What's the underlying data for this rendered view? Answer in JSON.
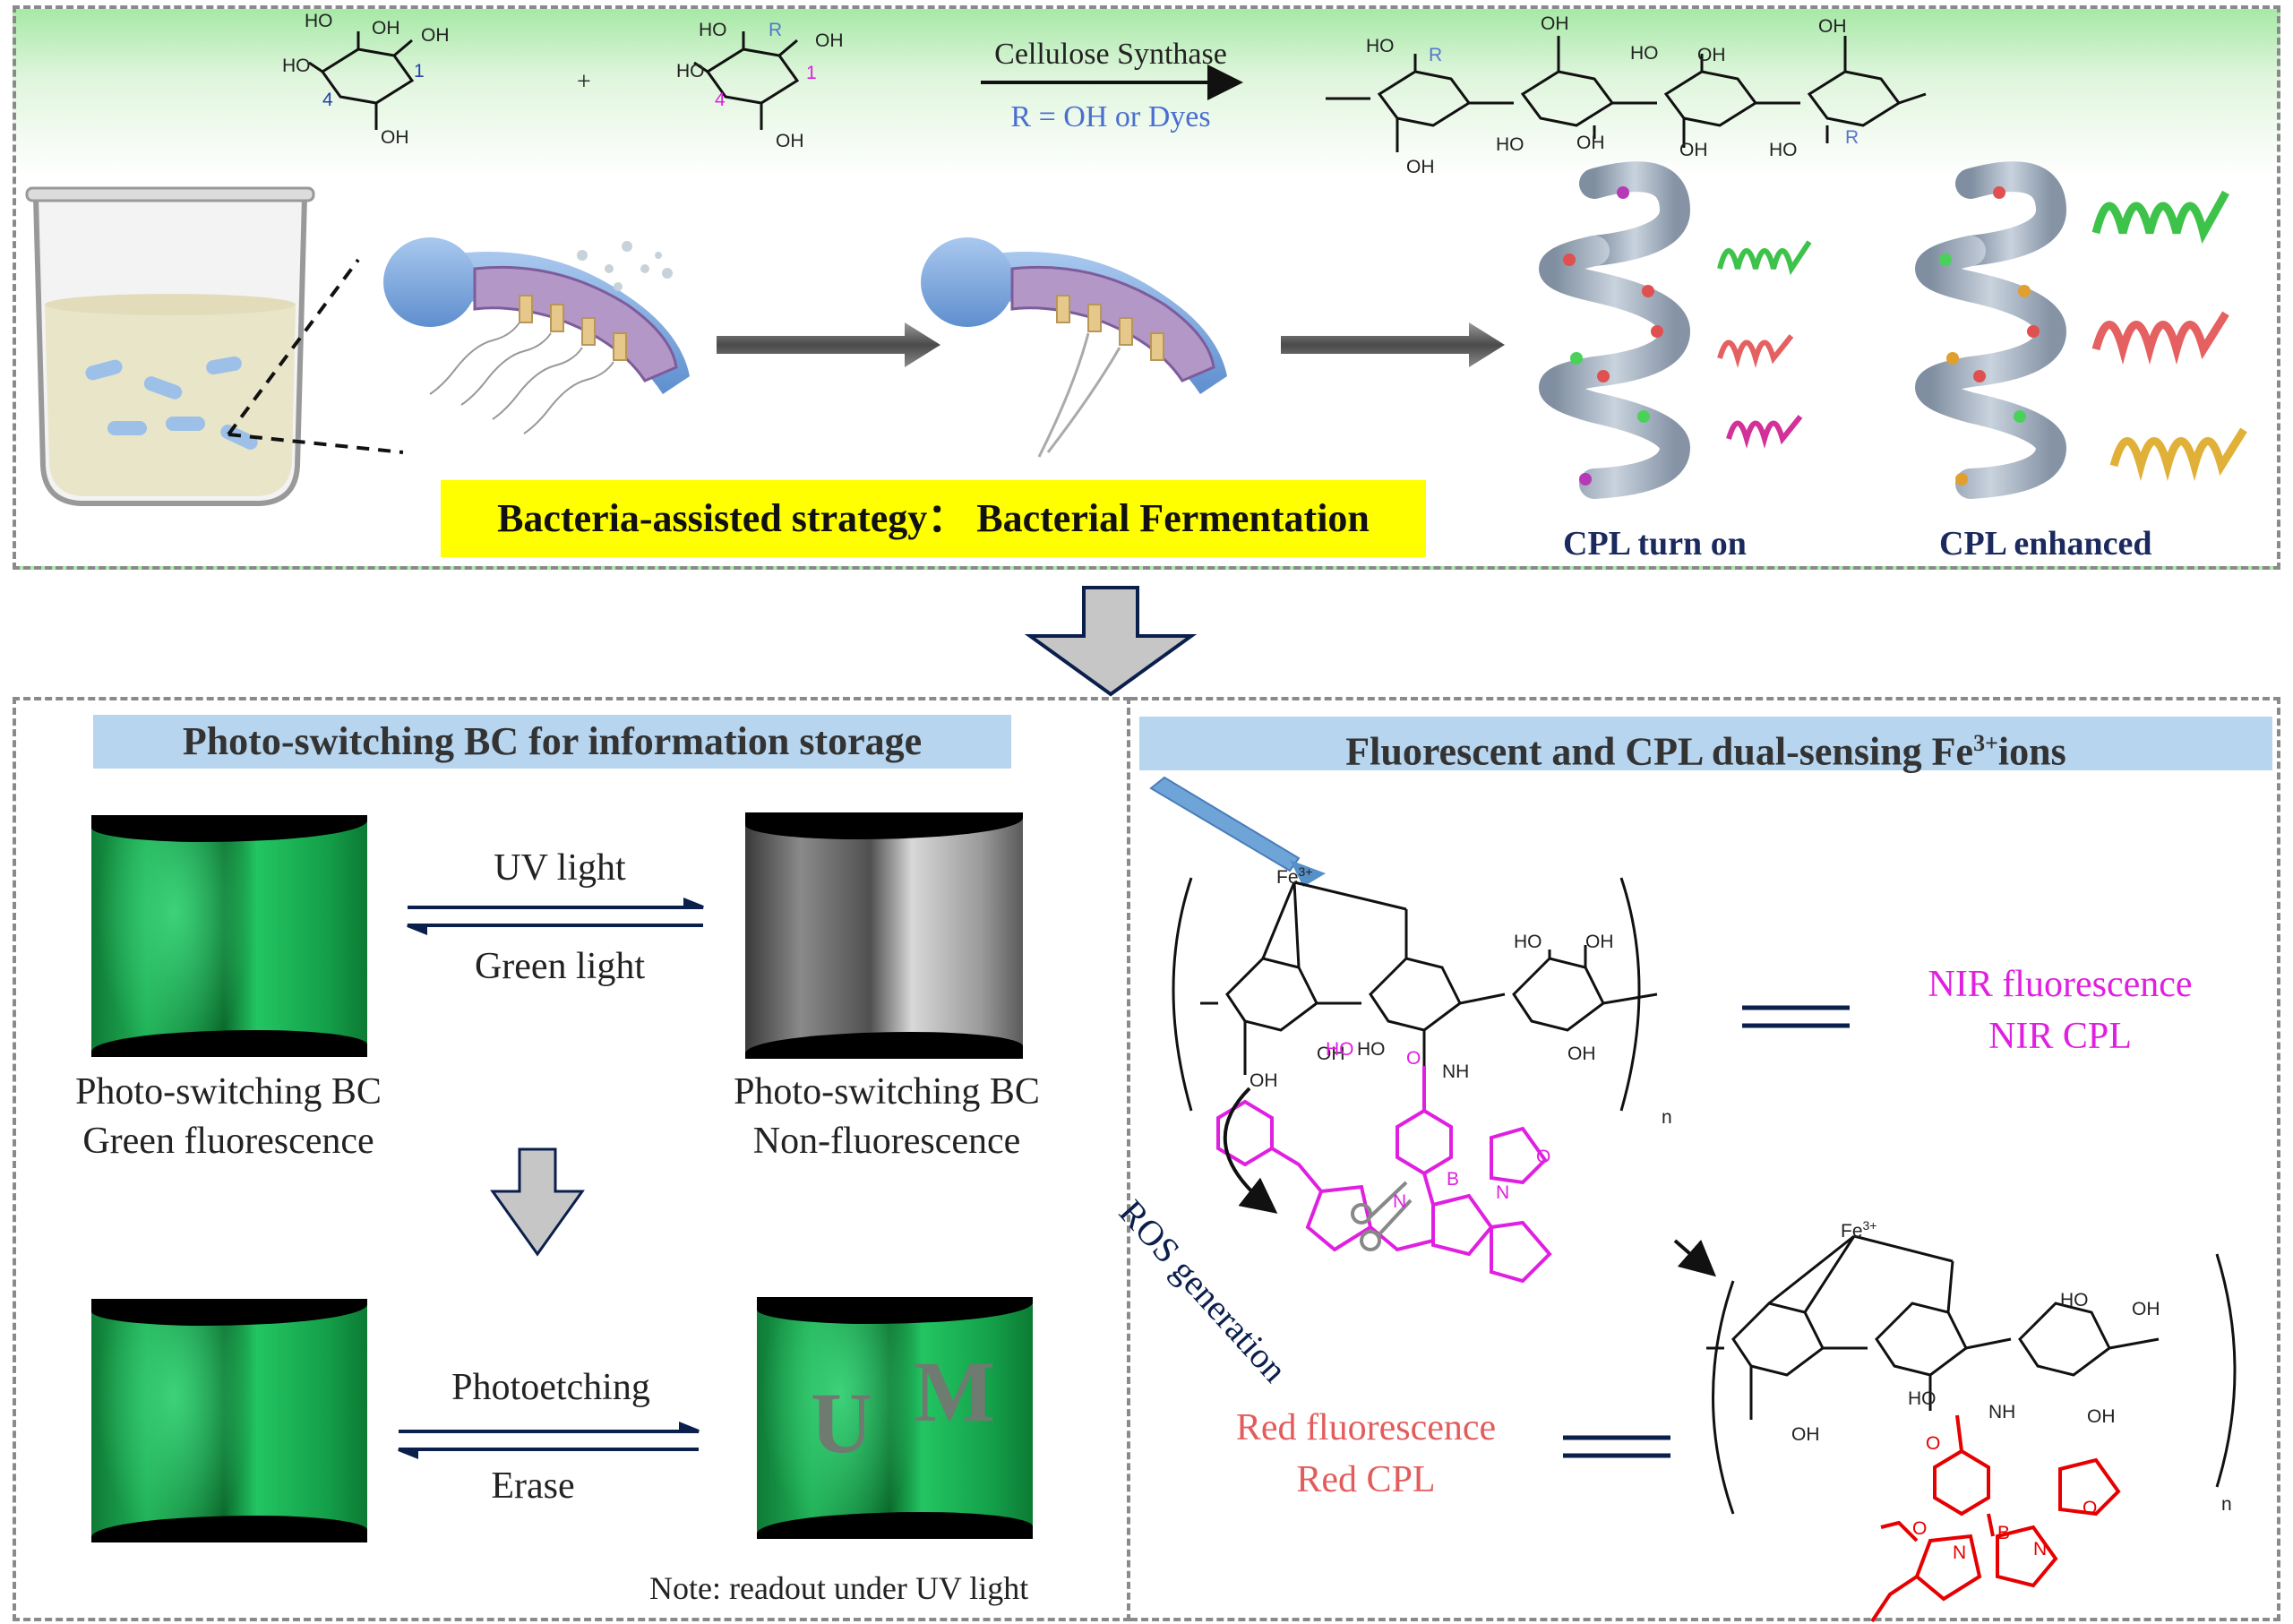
{
  "top": {
    "synthesis_arrow_label": "Cellulose Synthase",
    "r_definition": "R = OH or Dyes",
    "plus": "+",
    "strategy_banner": "Bacteria-assisted strategy： Bacterial Fermentation",
    "cpl_turn_on": "CPL turn on",
    "cpl_enhanced": "CPL enhanced",
    "glucose_labels": {
      "oh": "OH",
      "ho": "HO",
      "pos4": "4",
      "pos1": "1",
      "r": "R"
    }
  },
  "bottom_left": {
    "header": "Photo-switching BC for information storage",
    "uv_light": "UV light",
    "green_light": "Green light",
    "film1_line1": "Photo-switching BC",
    "film1_line2": "Green fluorescence",
    "film2_line1": "Photo-switching BC",
    "film2_line2": "Non-fluorescence",
    "photoetching": "Photoetching",
    "erase": "Erase",
    "letter_u": "U",
    "letter_m": "M",
    "note": "Note: readout under UV light"
  },
  "bottom_right": {
    "header": "Fluorescent and CPL dual-sensing Fe",
    "header_sup": "3+",
    "header_tail": "ions",
    "nir_fluorescence": "NIR fluorescence",
    "nir_cpl": "NIR CPL",
    "red_fluorescence": "Red fluorescence",
    "red_cpl": "Red CPL",
    "ros_generation": "ROS generation",
    "fe": "Fe",
    "fe_sup": "3+",
    "n_sub": "n",
    "atoms": {
      "b": "B",
      "n": "N",
      "nh": "NH",
      "o": "O",
      "oh": "OH",
      "ho": "HO"
    }
  },
  "colors": {
    "navy": "#0b1f4d",
    "magenta": "#e020e0",
    "red": "#e60000",
    "blue_label": "#4a6fd0",
    "salmon": "#e35c5c"
  }
}
